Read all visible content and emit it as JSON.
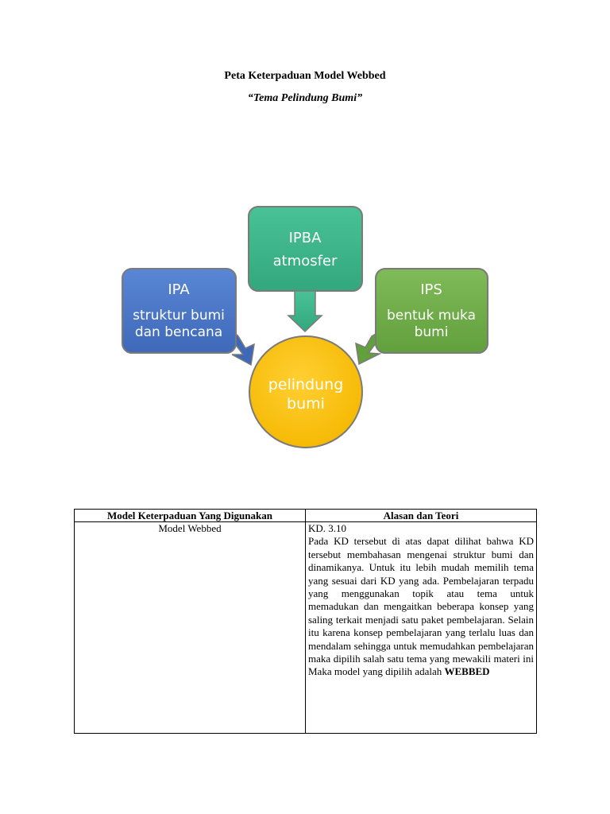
{
  "header": {
    "title": "Peta Keterpaduan Model Webbed",
    "subtitle": "“Tema Pelindung Bumi”"
  },
  "diagram": {
    "ipa": {
      "title": "IPA",
      "line1": "struktur bumi",
      "line2": "dan bencana",
      "color": "#4472C4"
    },
    "ipba": {
      "title": "IPBA",
      "line1": "atmosfer",
      "color": "#3CB58A"
    },
    "ips": {
      "title": "IPS",
      "line1": "bentuk muka",
      "line2": "bumi",
      "color": "#70AD47"
    },
    "center": {
      "line1": "pelindung",
      "line2": "bumi",
      "color": "#FFC000"
    }
  },
  "table": {
    "headers": [
      "Model Keterpaduan Yang Digunakan",
      "Alasan dan Teori"
    ],
    "model": "Model Webbed",
    "kd": "KD. 3.10",
    "reason": "Pada KD tersebut di atas dapat dilihat bahwa KD tersebut membahasan  mengenai struktur bumi dan dinamikanya. Untuk itu lebih mudah memilih tema yang sesuai dari KD yang ada.  Pembelajaran terpadu yang menggunakan topik atau tema untuk memadukan dan mengaitkan beberapa konsep yang saling terkait menjadi satu paket pembelajaran. Selain itu karena konsep pembelajaran yang terlalu luas dan mendalam sehingga untuk memudahkan pembelajaran maka dipilih salah satu tema yang mewakili materi ini  Maka model yang dipilih adalah",
    "reason_bold": "WEBBED"
  }
}
